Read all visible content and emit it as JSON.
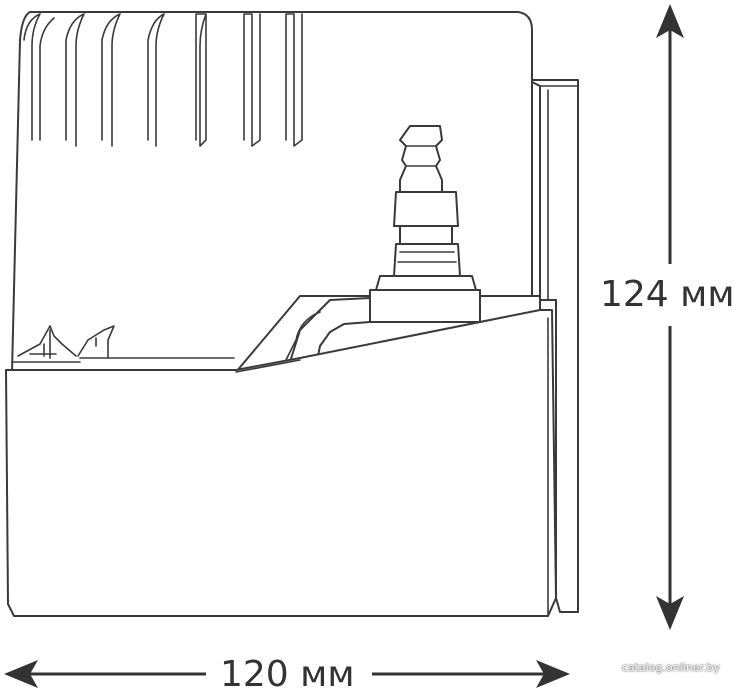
{
  "dimensions": {
    "height": "124 мм",
    "width": "120 мм"
  },
  "watermark": "catalog.onliner.by",
  "colors": {
    "line": "#3a3a3a",
    "dimension": "#333333",
    "background": "#ffffff"
  }
}
